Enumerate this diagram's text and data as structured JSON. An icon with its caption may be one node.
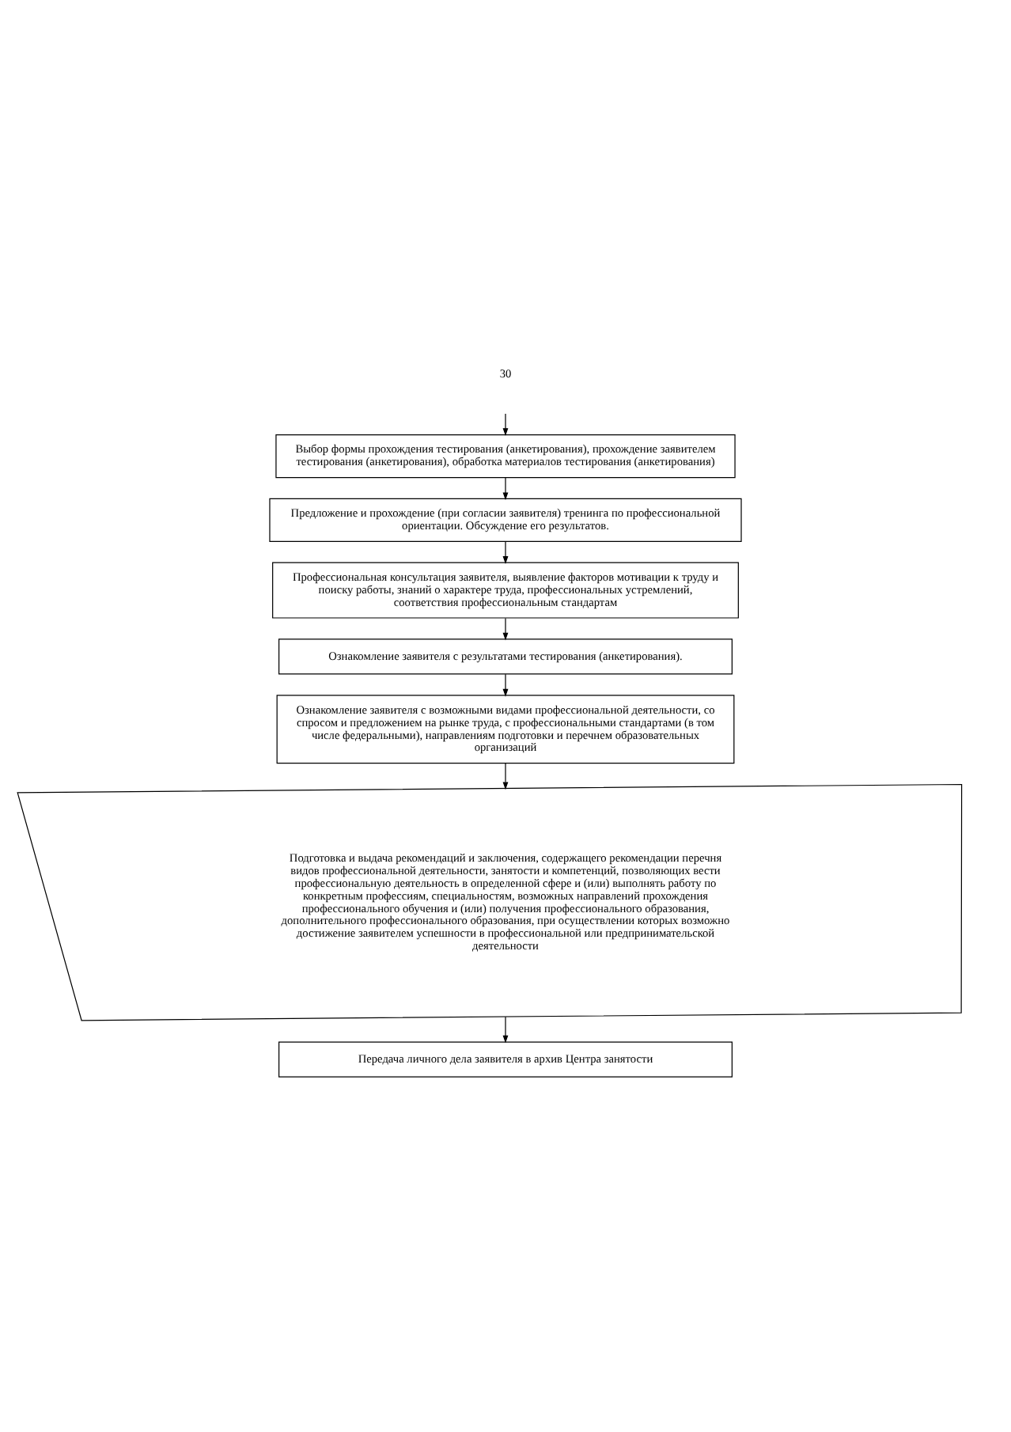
{
  "diagram": {
    "nodes": [
      {
        "text": [
          "Выбор формы прохождения тестирования (анкетирования), прохождение заявителем тестирования (анкетирования), обработка материалов тестирования (анкетирования)"
        ]
      },
      {
        "text": [
          "Предложение и прохождение (при согласии заявителя) тренинга по профессиональной ориентации. Обсуждение его результатов."
        ]
      },
      {
        "text": [
          "Профессиональная консультация заявителя, выявление факторов мотивации к труду и поиску работы, знаний о характере труда, профессиональных устремлений, соответствия профессиональным стандартам"
        ]
      },
      {
        "text": [
          "Ознакомление заявителя с результатами тестирования (анкетирования)."
        ]
      },
      {
        "text": [
          "Ознакомление заявителя с возможными видами профессиональной деятельности, со спросом и предложением на рынке труда, с профессиональными стандартами (в том числе федеральными), направлениям подготовки и перечнем образовательных организаций"
        ]
      },
      {
        "text": [
          "Подготовка и выдача рекомендаций и заключения, содержащего рекомендации перечня видов профессиональной деятельности, занятости и компетенций, позволяющих вести профессиональную деятельность в определенной сфере и (или) выполнять работу по конкретным профессиям, специальностям, возможных направлений прохождения профессионального обучения и (или) получения профессионального образования, дополнительного профессионального образования, при осуществлении которых возможно достижение заявителем успешности в профессиональной или предпринимательской деятельности"
        ]
      },
      {
        "text": [
          "Передача личного дела заявителя в архив Центра занятости"
        ]
      }
    ],
    "edges": [
      {
        "from": null,
        "to": 0,
        "arrow": "to"
      },
      {
        "from": 0,
        "to": 1,
        "arrow": "to"
      },
      {
        "from": 1,
        "to": 2,
        "arrow": "to"
      },
      {
        "from": 2,
        "to": 3,
        "arrow": "to"
      },
      {
        "from": 3,
        "to": 4,
        "arrow": "to"
      },
      {
        "from": 4,
        "to": 5,
        "arrow": "to"
      },
      {
        "from": 5,
        "to": 6,
        "arrow": "to"
      }
    ],
    "labels": [
      "30"
    ]
  }
}
